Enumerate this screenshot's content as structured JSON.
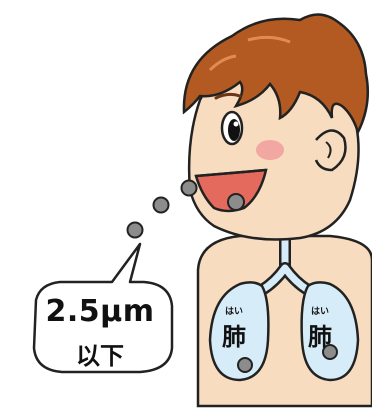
{
  "callout": {
    "line1": "2.5μm",
    "line2": "以下"
  },
  "lungs": {
    "left": {
      "ruby": "はい",
      "kanji": "肺"
    },
    "right": {
      "ruby": "はい",
      "kanji": "肺"
    }
  },
  "stray_mark": "。",
  "icons": {
    "boy": "boy-face-illustration",
    "particles": "pm-particle-dots",
    "lungs": "lungs-diagram"
  },
  "colors": {
    "skin": "#f7dcc0",
    "hair": "#b35a22",
    "lung": "#d6ecf8",
    "particle": "#8c8c8c",
    "mouth": "#e36a5c",
    "cheek": "#f09a9a",
    "outline": "#222222"
  }
}
